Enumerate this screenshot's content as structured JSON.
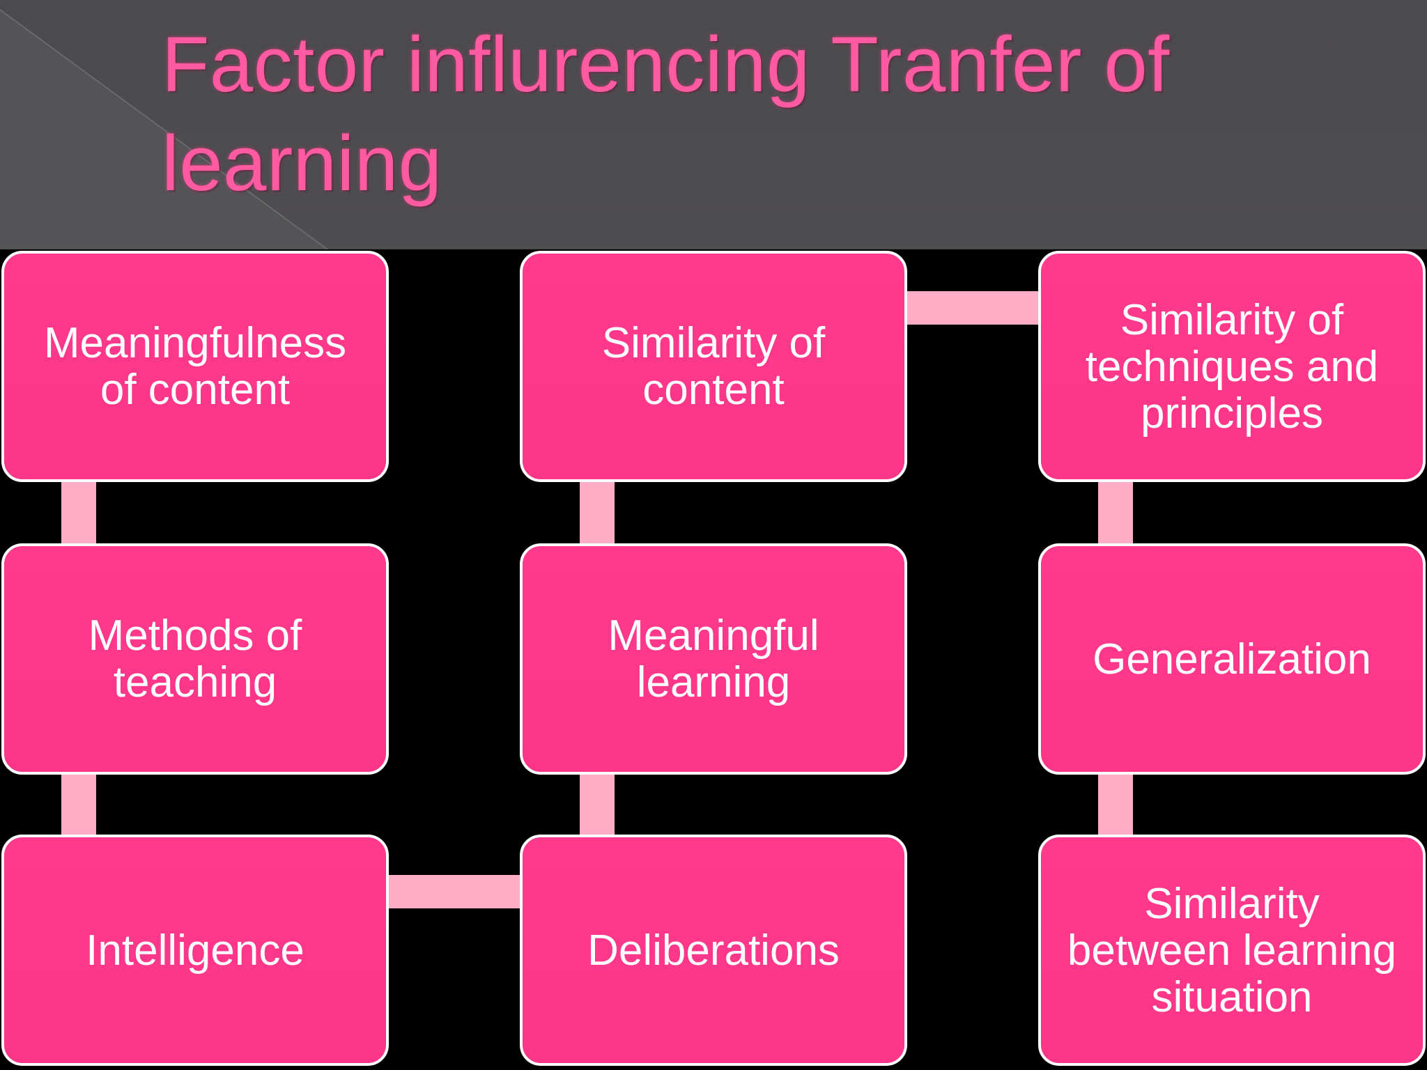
{
  "slide": {
    "title": "Factor influrencing Tranfer of\nlearning"
  },
  "diagram": {
    "boxes": [
      {
        "id": "meaningfulness",
        "label": "Meaningfulness\nof content"
      },
      {
        "id": "similarity-content",
        "label": "Similarity of\ncontent"
      },
      {
        "id": "similarity-techniques",
        "label": "Similarity of\ntechniques and\nprinciples"
      },
      {
        "id": "methods-teaching",
        "label": "Methods of\nteaching"
      },
      {
        "id": "meaningful-learning",
        "label": "Meaningful\nlearning"
      },
      {
        "id": "generalization",
        "label": "Generalization"
      },
      {
        "id": "intelligence",
        "label": "Intelligence"
      },
      {
        "id": "deliberations",
        "label": "Deliberations"
      },
      {
        "id": "similarity-situation",
        "label": "Similarity\nbetween learning\nsituation"
      }
    ],
    "flow": [
      "Meaningfulness of content",
      "Methods of teaching",
      "Intelligence",
      "Deliberations",
      "Meaningful learning",
      "Similarity of content",
      "Similarity of techniques and principles",
      "Generalization",
      "Similarity between learning situation"
    ],
    "colors": {
      "box_fill": "#ff3a8c",
      "box_border": "#ffffff",
      "connector": "#ffadc7",
      "title": "#ff5aa2",
      "header": "#4b4a4c",
      "background": "#000000"
    }
  }
}
